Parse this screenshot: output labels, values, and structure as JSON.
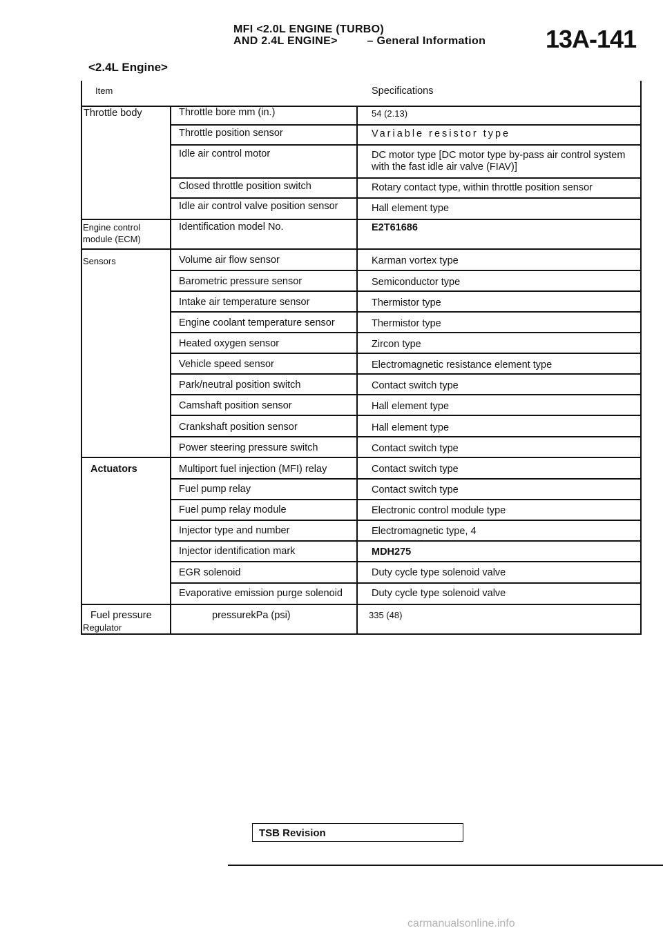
{
  "header": {
    "line1": "MFI <2.0L ENGINE (TURBO)",
    "line2": "AND 2.4L ENGINE>",
    "general": "– General Information",
    "page_number": "13A-141"
  },
  "section_title": "<2.4L Engine>",
  "table": {
    "col_item": "Item",
    "col_spec": "Specifications",
    "groups": {
      "throttle_body": "Throttle body",
      "ecm_line1": "Engine control",
      "ecm_line2": "module (ECM)",
      "sensors": "Sensors",
      "actuators": "Actuators",
      "fpr_line1": "Fuel pressure",
      "fpr_line2": "Regulator"
    },
    "rows": [
      {
        "item": "Throttle bore mm (in.)",
        "spec": "54 (2.13)"
      },
      {
        "item": "Throttle position sensor",
        "spec": "Variable resistor type"
      },
      {
        "item": "Idle air control motor",
        "spec": "DC motor type [DC motor type by-pass air control system",
        "spec2": "with the fast idle air valve (FIAV)]"
      },
      {
        "item": "Closed throttle position switch",
        "spec": "Rotary contact type, within throttle position sensor"
      },
      {
        "item": "Idle air control valve position sensor",
        "spec": "Hall element type"
      },
      {
        "item": "Identification model No.",
        "spec": "E2T61686"
      },
      {
        "item": "Volume air flow sensor",
        "spec": "Karman vortex type"
      },
      {
        "item": "Barometric pressure sensor",
        "spec": "Semiconductor type"
      },
      {
        "item": "Intake air temperature sensor",
        "spec": "Thermistor type"
      },
      {
        "item": "Engine coolant temperature sensor",
        "spec": "Thermistor type"
      },
      {
        "item": "Heated oxygen sensor",
        "spec": "Zircon type"
      },
      {
        "item": "Vehicle speed sensor",
        "spec": "Electromagnetic resistance element type"
      },
      {
        "item": "Park/neutral position switch",
        "spec": "Contact switch type"
      },
      {
        "item": "Camshaft position sensor",
        "spec": "Hall element type"
      },
      {
        "item": "Crankshaft position sensor",
        "spec": "Hall element type"
      },
      {
        "item": "Power steering pressure switch",
        "spec": "Contact switch type"
      },
      {
        "item": "Multiport fuel injection (MFI) relay",
        "spec": "Contact switch type"
      },
      {
        "item": "Fuel pump relay",
        "spec": "Contact switch type"
      },
      {
        "item": "Fuel pump relay module",
        "spec": "Electronic control module type"
      },
      {
        "item": "Injector type and number",
        "spec": "Electromagnetic type, 4"
      },
      {
        "item": "Injector identification mark",
        "spec": "MDH275"
      },
      {
        "item": "EGR solenoid",
        "spec": "Duty cycle type solenoid valve"
      },
      {
        "item": "Evaporative emission purge solenoid",
        "spec": "Duty cycle type solenoid valve"
      },
      {
        "item": "pressurekPa (psi)",
        "spec": "335 (48)"
      }
    ]
  },
  "footer": {
    "tsb": "TSB Revision",
    "watermark": "carmanualsonline.info"
  }
}
